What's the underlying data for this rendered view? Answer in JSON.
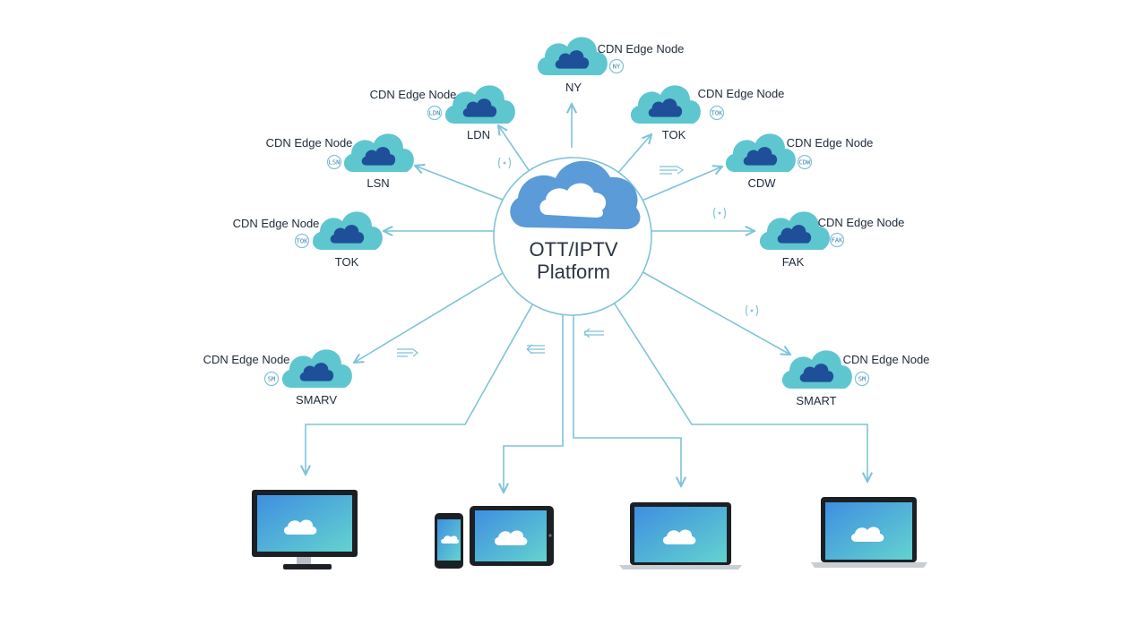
{
  "platform": {
    "line1": "OTT/IPTV",
    "line2": "Platform"
  },
  "edge_nodes": [
    {
      "title": "CDN Edge Node",
      "code": "NY",
      "badge": "NY"
    },
    {
      "title": "CDN Edge Node",
      "code": "LDN",
      "badge": "LDN"
    },
    {
      "title": "CDN Edge Node",
      "code": "TOK",
      "badge": "TOK"
    },
    {
      "title": "CDN Edge Node",
      "code": "LSN",
      "badge": "LSN"
    },
    {
      "title": "CDN Edge Node",
      "code": "CDW",
      "badge": "CDW"
    },
    {
      "title": "CDN Edge Node",
      "code": "TOK",
      "badge": "TOK"
    },
    {
      "title": "CDN Edge Node",
      "code": "FAK",
      "badge": "FAK"
    },
    {
      "title": "CDN Edge Node",
      "code": "SMARV",
      "badge": "SM"
    },
    {
      "title": "CDN Edge Node",
      "code": "SMART",
      "badge": "SM"
    }
  ],
  "devices": [
    {
      "kind": "desktop-monitor"
    },
    {
      "kind": "phone-and-tablet"
    },
    {
      "kind": "laptop"
    },
    {
      "kind": "laptop"
    }
  ],
  "colors": {
    "platform_cloud": "#5b9bd8",
    "edge_cloud": "#5ec6cf",
    "edge_cloud_inner": "#1f4f98",
    "connector": "#7fc3d8",
    "screen_blue": "#3f8fe0",
    "screen_teal": "#5fd0d0"
  }
}
